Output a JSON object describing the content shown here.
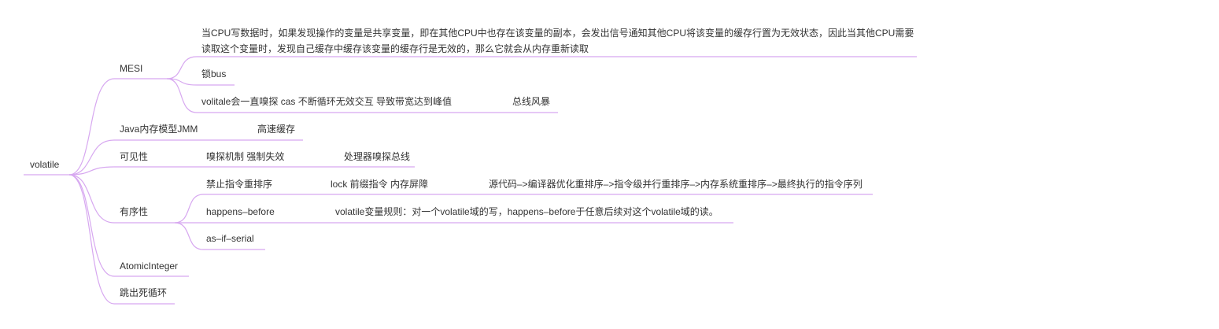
{
  "root": {
    "label": "volatile"
  },
  "branches": [
    {
      "label": "MESI",
      "children": [
        {
          "label": "当CPU写数据时，如果发现操作的变量是共享变量，即在其他CPU中也存在该变量的副本，会发出信号通知其他CPU将该变量的缓存行置为无效状态，因此当其他CPU需要读取这个变量时，发现自己缓存中缓存该变量的缓存行是无效的，那么它就会从内存重新读取"
        },
        {
          "label": "锁bus"
        },
        {
          "label": "volitale会一直嗅探 cas 不断循环无效交互 导致带宽达到峰值",
          "children": [
            {
              "label": "总线风暴"
            }
          ]
        }
      ]
    },
    {
      "label": "Java内存模型JMM",
      "children": [
        {
          "label": "高速缓存"
        }
      ]
    },
    {
      "label": "可见性",
      "children": [
        {
          "label": "嗅探机制 强制失效",
          "children": [
            {
              "label": "处理器嗅探总线"
            }
          ]
        }
      ]
    },
    {
      "label": "有序性",
      "children": [
        {
          "label": "禁止指令重排序",
          "children": [
            {
              "label": "lock 前缀指令 内存屏障",
              "children": [
                {
                  "label": "源代码–>编译器优化重排序–>指令级并行重排序–>内存系统重排序–>最终执行的指令序列"
                }
              ]
            }
          ]
        },
        {
          "label": "happens–before",
          "children": [
            {
              "label": "volatile变量规则：对一个volatile域的写，happens–before于任意后续对这个volatile域的读。"
            }
          ]
        },
        {
          "label": "as–if–serial"
        }
      ]
    },
    {
      "label": "AtomicInteger"
    },
    {
      "label": "跳出死循环"
    }
  ],
  "colors": {
    "line": "#d7a8f0",
    "text": "#333333",
    "background": "#ffffff"
  }
}
